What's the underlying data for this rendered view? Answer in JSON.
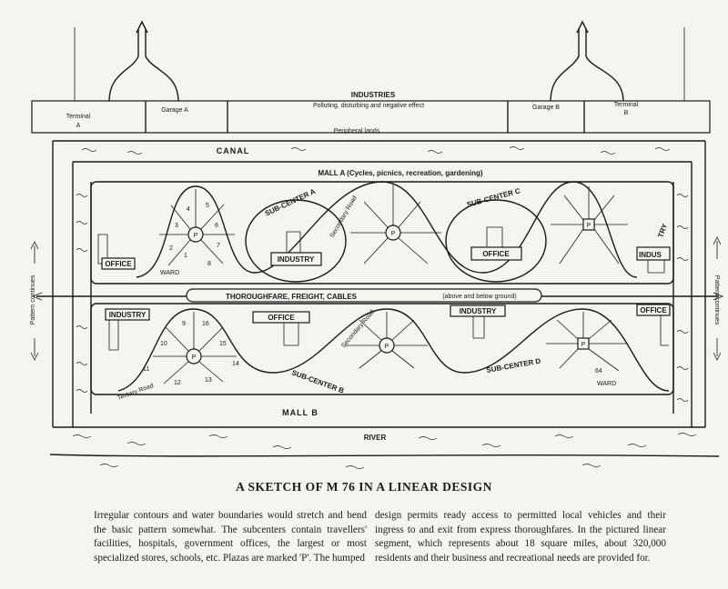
{
  "top_bar": {
    "terminal_a": [
      "Terminal",
      "A"
    ],
    "garage_a": "Garage   A",
    "industries_title": "INDUSTRIES",
    "industries_sub": "Polluting, disturbing and negative effect",
    "garage_b": "Garage B",
    "terminal_b": [
      "Terminal",
      "B"
    ]
  },
  "peripheral": "Peripheral lands",
  "canal": "CANAL",
  "mall_a": "MALL A  (Cycles, picnics, recreation, gardening)",
  "mall_b": "MALL B",
  "river": "RIVER",
  "thoroughfare": "THOROUGHFARE,   FREIGHT,  CABLES",
  "above_below": "(above and below  ground)",
  "pattern_left": "Pattern continues",
  "pattern_right": "Pattern continues",
  "sub_centers": {
    "a": "SUB-CENTER A",
    "b": "SUB-CENTER B",
    "c": "SUB-CENTER C",
    "d": "SUB-CENTER D"
  },
  "roads": {
    "secondary": "Secondary Road",
    "tertiary": "Tertiary Road"
  },
  "labels": {
    "office": "OFFICE",
    "industry": "INDUSTRY",
    "ward": "WARD",
    "plaza": "P",
    "indus": "INDUS",
    "try": "TRY"
  },
  "wards_top": [
    "1",
    "2",
    "3",
    "4",
    "5",
    "6",
    "7",
    "8"
  ],
  "wards_bottom": [
    "9",
    "10",
    "11",
    "12",
    "13",
    "14",
    "15",
    "16"
  ],
  "ward_64": "64",
  "caption": "A SKETCH OF M 76 IN A LINEAR DESIGN",
  "paragraph_left": "Irregular contours and water boundaries would stretch and bend the basic pattern somewhat. The subcenters contain travellers' facilities, hospitals, government offices, the largest or most specialized stores, schools, etc. Plazas are marked 'P'. The humped",
  "paragraph_right": "design permits ready access to permitted local vehicles and their ingress to and exit from express thoroughfares. In the pictured linear segment, which represents about 18 square miles, about 320,000 residents and their business and recreational needs are provided for."
}
